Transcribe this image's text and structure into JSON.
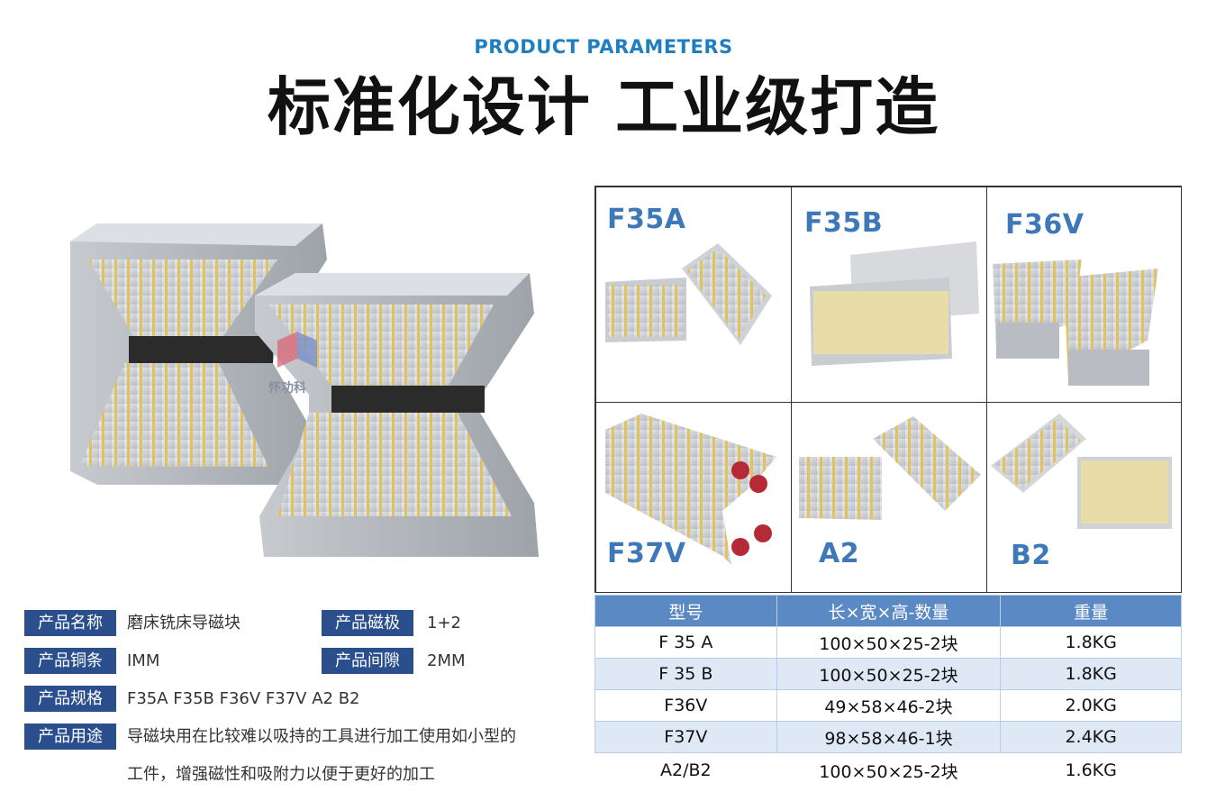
{
  "header": {
    "subtitle": "PRODUCT PARAMETERS",
    "title": "标准化设计 工业级打造"
  },
  "watermark": {
    "text": "怀功科"
  },
  "specs": {
    "name_label": "产品名称",
    "name_value": "磨床铣床导磁块",
    "pole_label": "产品磁极",
    "pole_value": "1+2",
    "copper_label": "产品铜条",
    "copper_value": "IMM",
    "gap_label": "产品间隙",
    "gap_value": "2MM",
    "model_label": "产品规格",
    "model_value": "F35A F35B F36V F37V A2 B2",
    "use_label": "产品用途",
    "use_value_line1": "导磁块用在比较难以吸持的工具进行加工使用如小型的",
    "use_value_line2": "工件，增强磁性和吸附力以便于更好的加工"
  },
  "products": [
    {
      "label": "F35A"
    },
    {
      "label": "F35B"
    },
    {
      "label": "F36V"
    },
    {
      "label": "F37V"
    },
    {
      "label": "A2"
    },
    {
      "label": "B2"
    }
  ],
  "table": {
    "headers": [
      "型号",
      "长×宽×高-数量",
      "重量"
    ],
    "rows": [
      [
        "F 35 A",
        "100×50×25-2块",
        "1.8KG"
      ],
      [
        "F 35 B",
        "100×50×25-2块",
        "1.8KG"
      ],
      [
        "F36V",
        "49×58×46-2块",
        "2.0KG"
      ],
      [
        "F37V",
        "98×58×46-1块",
        "2.4KG"
      ],
      [
        "A2/B2",
        "100×50×25-2块",
        "1.6KG"
      ]
    ]
  },
  "colors": {
    "accent": "#1e7fc0",
    "label_bg": "#2a4f8c",
    "table_head": "#5b89c4",
    "stripe": "#e2c25a"
  }
}
